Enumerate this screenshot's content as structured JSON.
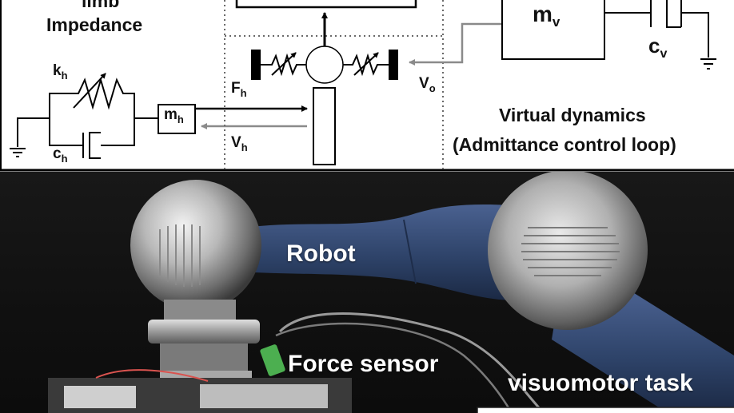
{
  "diagram": {
    "human_title_line1": "limb",
    "human_title_line2": "Impedance",
    "k_h": {
      "base": "k",
      "sub": "h"
    },
    "c_h": {
      "base": "c",
      "sub": "h"
    },
    "m_h": {
      "base": "m",
      "sub": "h"
    },
    "F_h": {
      "base": "F",
      "sub": "h"
    },
    "V_h": {
      "base": "V",
      "sub": "h"
    },
    "V_o": {
      "base": "V",
      "sub": "o"
    },
    "m_v": {
      "base": "m",
      "sub": "v"
    },
    "c_v": {
      "base": "c",
      "sub": "v"
    },
    "virtual_line1": "Virtual dynamics",
    "virtual_line2": "(Admittance control loop)"
  },
  "photo": {
    "robot_label": "Robot",
    "force_sensor_label": "Force sensor",
    "task_label": "visuomotor task"
  },
  "colors": {
    "robot_arm": "#2e4369",
    "steel": "#c9c9c9",
    "connector": "#4caf50",
    "feedback_arrow": "#8a8a8a"
  }
}
